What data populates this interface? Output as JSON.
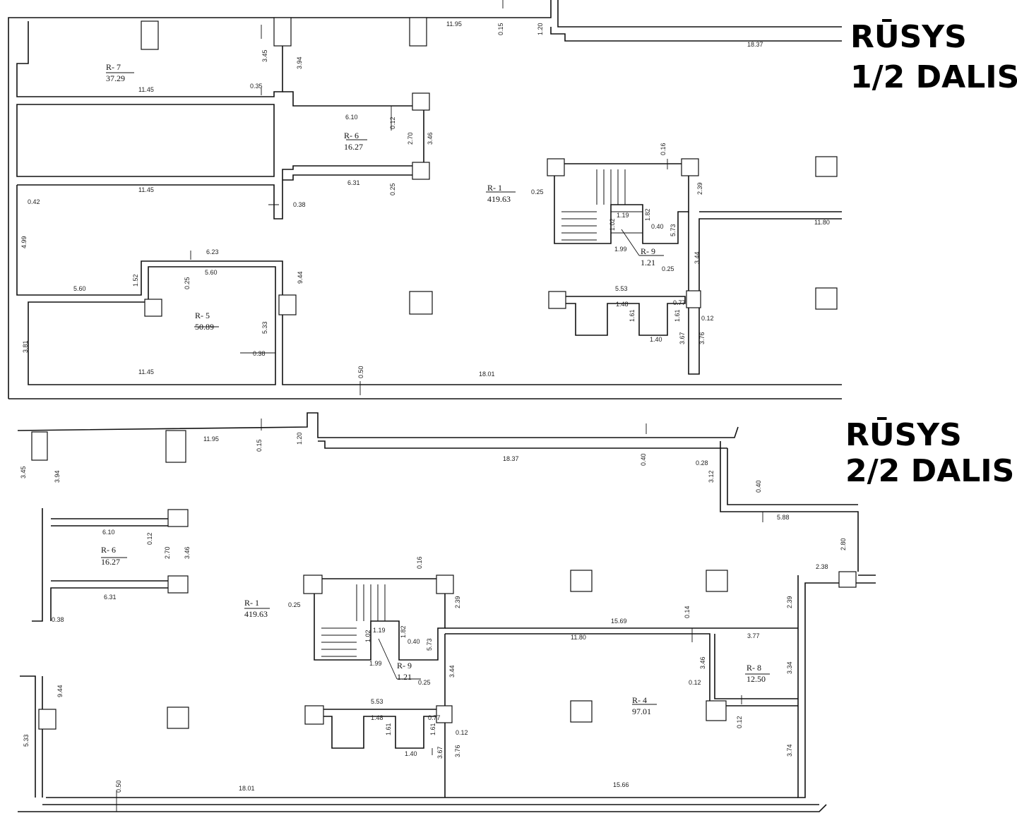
{
  "titles": {
    "part1_line1": "RŪSYS",
    "part1_line2": "1/2 DALIS",
    "part2_line1": "RŪSYS",
    "part2_line2": "2/2 DALIS"
  },
  "part1": {
    "rooms": {
      "r7": {
        "id": "R- 7",
        "area": "37.29"
      },
      "r6": {
        "id": "R- 6",
        "area": "16.27"
      },
      "r1": {
        "id": "R- 1",
        "area": "419.63"
      },
      "r9": {
        "id": "R- 9",
        "area": "1.21"
      },
      "r5": {
        "id": "R- 5",
        "area": "50.89"
      }
    },
    "dims": {
      "d1195": "11.95",
      "d015": "0.15",
      "d120": "1.20",
      "d1837": "18.37",
      "d345": "3.45",
      "d394": "3.94",
      "d1145a": "11.45",
      "d035": "0.35",
      "d610": "6.10",
      "d012a": "0.12",
      "d270": "2.70",
      "d346": "3.46",
      "d016": "0.16",
      "d631": "6.31",
      "d025a": "0.25",
      "d1145b": "11.45",
      "d042": "0.42",
      "d038a": "0.38",
      "d025b": "0.25",
      "d239": "2.39",
      "d119": "1.19",
      "d182": "1.82",
      "d102": "1.02",
      "d040": "0.40",
      "d573": "5.73",
      "d1180": "11.80",
      "d499": "4.99",
      "d623": "6.23",
      "d560a": "5.60",
      "d199": "1.99",
      "d152": "1.52",
      "d025c": "0.25",
      "d025d": "0.25",
      "d344": "3.44",
      "d560b": "5.60",
      "d944": "9.44",
      "d553": "5.53",
      "d148": "1.48",
      "d077": "0.77",
      "d161a": "1.61",
      "d161b": "1.61",
      "d012b": "0.12",
      "d533": "5.33",
      "d140": "1.40",
      "d381": "3.81",
      "d367": "3.67",
      "d376": "3.76",
      "d038b": "0.38",
      "d1145c": "11.45",
      "d050": "0.50",
      "d1801": "18.01"
    }
  },
  "part2": {
    "rooms": {
      "r6": {
        "id": "R- 6",
        "area": "16.27"
      },
      "r1": {
        "id": "R- 1",
        "area": "419.63"
      },
      "r9": {
        "id": "R- 9",
        "area": "1.21"
      },
      "r8": {
        "id": "R- 8",
        "area": "12.50"
      },
      "r4": {
        "id": "R- 4",
        "area": "97.01"
      }
    },
    "dims": {
      "d1195": "11.95",
      "d015": "0.15",
      "d120": "1.20",
      "d1837": "18.37",
      "d040a": "0.40",
      "d028": "0.28",
      "d345": "3.45",
      "d394": "3.94",
      "d312": "3.12",
      "d040b": "0.40",
      "d588": "5.88",
      "d610": "6.10",
      "d012a": "0.12",
      "d270": "2.70",
      "d346a": "3.46",
      "d280": "2.80",
      "d016": "0.16",
      "d238": "2.38",
      "d631": "6.31",
      "d025a": "0.25",
      "d239a": "2.39",
      "d239b": "2.39",
      "d038": "0.38",
      "d014": "0.14",
      "d1569": "15.69",
      "d119": "1.19",
      "d182": "1.82",
      "d102": "1.02",
      "d040c": "0.40",
      "d573": "5.73",
      "d1180": "11.80",
      "d377": "3.77",
      "d346b": "3.46",
      "d334": "3.34",
      "d199": "1.99",
      "d344": "3.44",
      "d012b": "0.12",
      "d025b": "0.25",
      "d553": "5.53",
      "d944": "9.44",
      "d148": "1.48",
      "d077": "0.77",
      "d161a": "1.61",
      "d161b": "1.61",
      "d012c": "0.12",
      "d012d": "0.12",
      "d533": "5.33",
      "d140": "1.40",
      "d367": "3.67",
      "d376": "3.76",
      "d374": "3.74",
      "d050": "0.50",
      "d1801": "18.01",
      "d1566": "15.66"
    }
  }
}
